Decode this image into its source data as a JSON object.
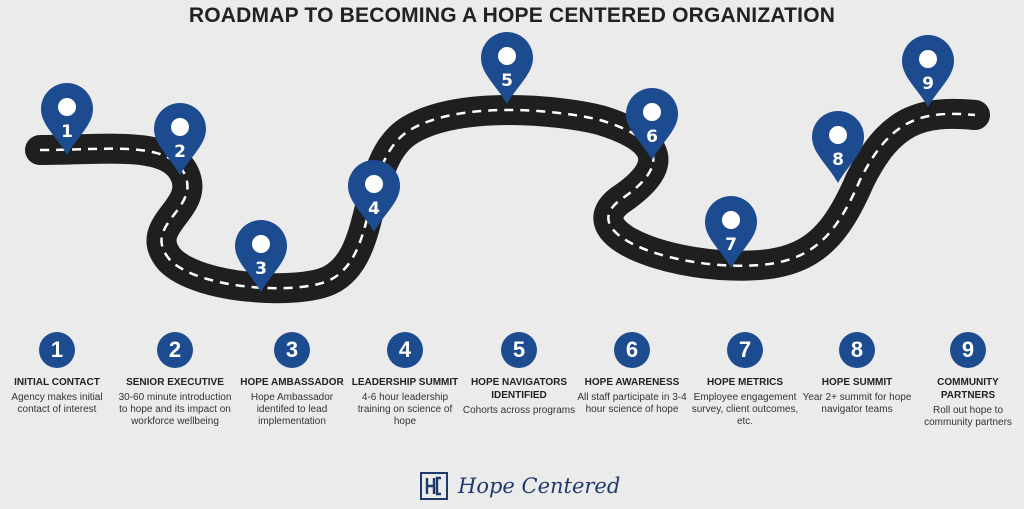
{
  "title": "ROADMAP TO BECOMING A HOPE CENTERED ORGANIZATION",
  "colors": {
    "pin": "#1d4b8f",
    "road": "#1f1f1f",
    "dash": "#ffffff",
    "background": "#ebebeb",
    "brand": "#1d3a6b"
  },
  "pins": [
    "1",
    "2",
    "3",
    "4",
    "5",
    "6",
    "7",
    "8",
    "9"
  ],
  "steps": [
    {
      "number": "1",
      "title": "INITIAL CONTACT",
      "description": "Agency  makes initial contact of interest"
    },
    {
      "number": "2",
      "title": "SENIOR EXECUTIVE",
      "description": "30-60 minute introduction to hope and its impact on workforce wellbeing"
    },
    {
      "number": "3",
      "title": "HOPE AMBASSADOR",
      "description": "Hope Ambassador identifed to lead implementation"
    },
    {
      "number": "4",
      "title": "LEADERSHIP SUMMIT",
      "description": "4-6 hour leadership training on science of hope"
    },
    {
      "number": "5",
      "title": "HOPE NAVIGATORS IDENTIFIED",
      "description": "Cohorts across programs"
    },
    {
      "number": "6",
      "title": "HOPE AWARENESS",
      "description": "All staff participate in 3-4 hour science of hope"
    },
    {
      "number": "7",
      "title": "HOPE METRICS",
      "description": "Employee engagement survey, client outcomes, etc."
    },
    {
      "number": "8",
      "title": "HOPE SUMMIT",
      "description": "Year 2+ summit for hope navigator teams"
    },
    {
      "number": "9",
      "title": "COMMUNITY PARTNERS",
      "description": "Roll out hope to community partners"
    }
  ],
  "brand": {
    "name": "Hope Centered",
    "logo_icon": "hc-logo-icon"
  }
}
